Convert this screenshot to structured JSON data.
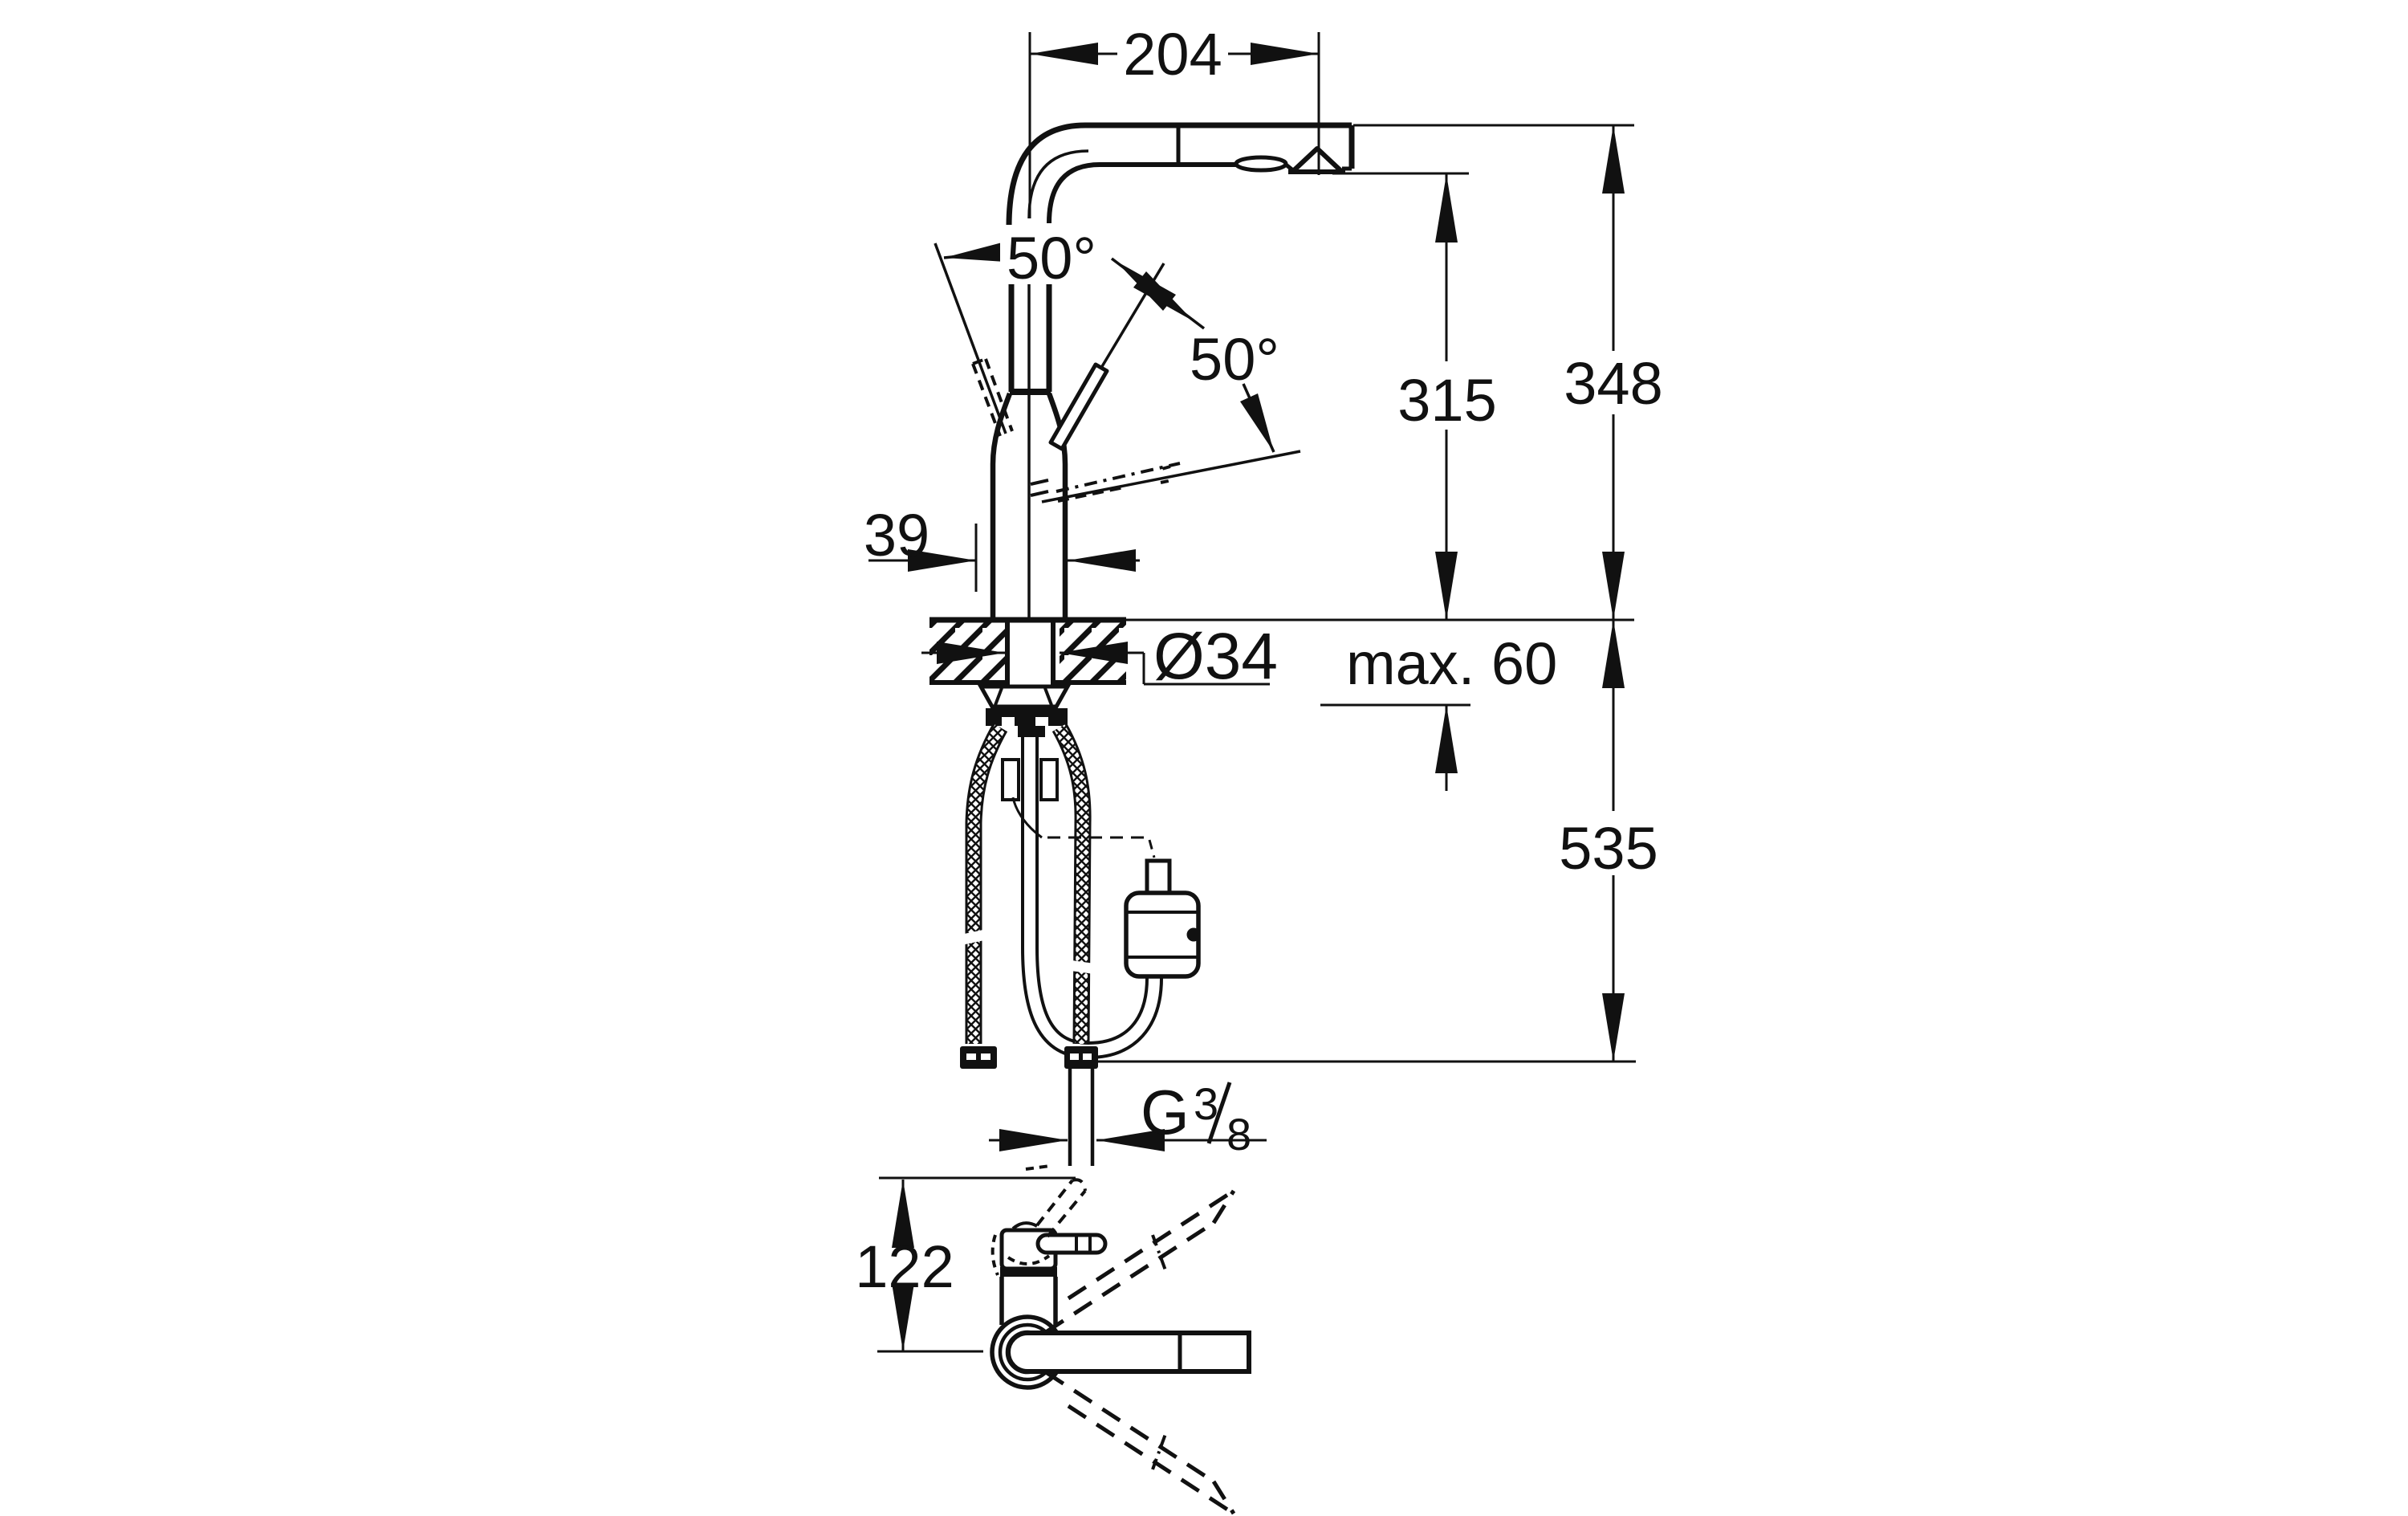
{
  "drawing": {
    "background": "#ffffff",
    "line_color": "#111111",
    "dimensions": {
      "spout_reach": "204",
      "lever_angle_left": "50°",
      "lever_angle_right": "50°",
      "outlet_height": "315",
      "total_height": "348",
      "body_width": "39",
      "hole_diameter": "Ø34",
      "deck_thickness_max": "max. 60",
      "below_deck_depth": "535",
      "base_height": "122",
      "thread": {
        "letter": "G",
        "numerator": "3",
        "denominator": "8"
      }
    }
  }
}
